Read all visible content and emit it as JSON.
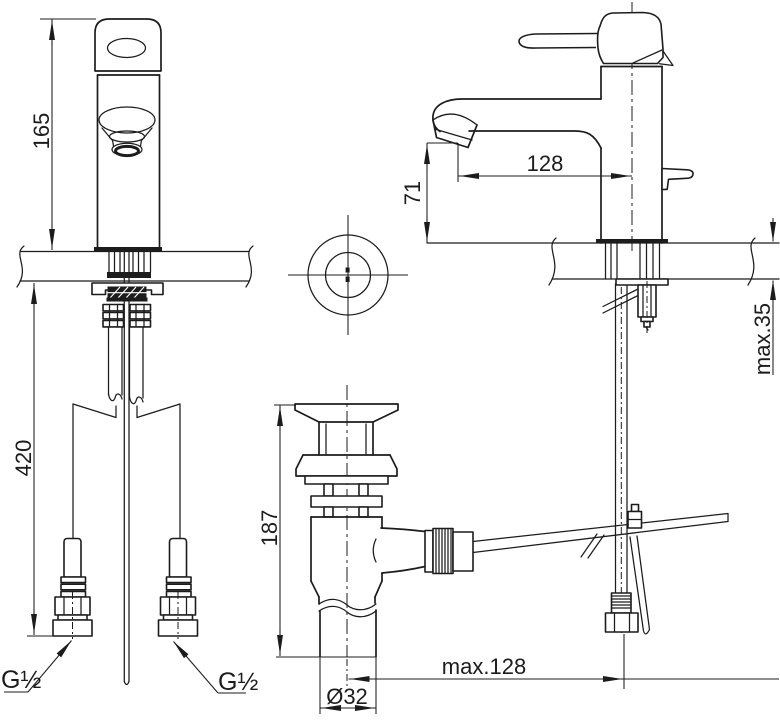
{
  "drawing": {
    "kind": "technical dimension drawing",
    "subject": "single-lever basin mixer with pop-up waste",
    "background": "#ffffff",
    "line_color": "#1c1c1c"
  },
  "dimensions": {
    "body_height": "165",
    "hose_length": "420",
    "thread_left": "G½",
    "thread_right": "G½",
    "spout_outlet_height": "71",
    "spout_reach": "128",
    "max_deck_thickness": "max.35",
    "waste_height": "187",
    "max_rod_offset": "max.128",
    "waste_diameter": "Ø32"
  }
}
